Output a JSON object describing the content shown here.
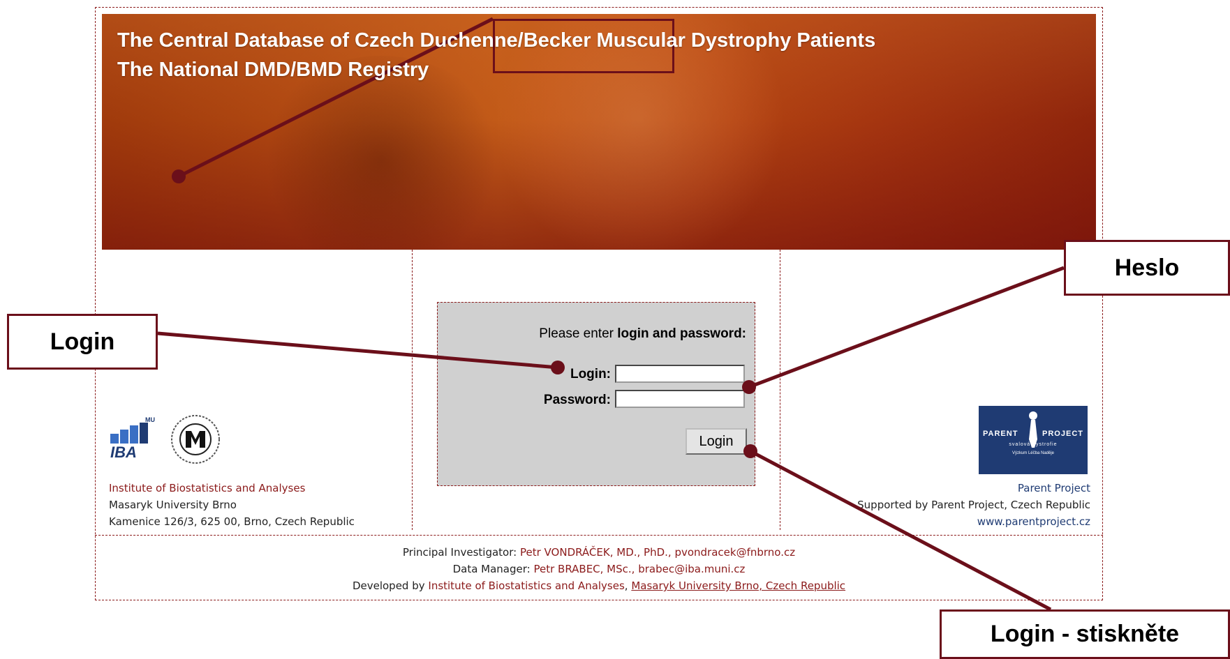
{
  "banner": {
    "title_line1": "The Central Database of Czech Duchenne/Becker Muscular Dystrophy Patients",
    "title_line2": "The National DMD/BMD Registry"
  },
  "login_form": {
    "prompt_prefix": "Please enter",
    "prompt_bold": "login and password:",
    "login_label": "Login:",
    "login_value": "",
    "password_label": "Password:",
    "password_value": "",
    "submit_label": "Login"
  },
  "left_info": {
    "iba_logo_text": "IBA",
    "iba_logo_small": "MU",
    "institute": "Institute of Biostatistics and Analyses",
    "university": "Masaryk University Brno",
    "address": "Kamenice 126/3, 625 00, Brno, Czech Republic"
  },
  "right_info": {
    "logo_left": "PARENT",
    "logo_right": "PROJECT",
    "logo_sub": "svalová  dystrofie",
    "logo_sub2": "Výzkum  Léčba  Naděje",
    "name": "Parent Project",
    "supported": "Supported by Parent Project, Czech Republic",
    "url": "www.parentproject.cz"
  },
  "footer": {
    "pi_label": "Principal Investigator:",
    "pi_value": "Petr VONDRÁČEK, MD., PhD., pvondracek@fnbrno.cz",
    "dm_label": "Data Manager:",
    "dm_value": "Petr BRABEC, MSc., brabec@iba.muni.cz",
    "dev_label": "Developed by",
    "dev_institute": "Institute of Biostatistics and Analyses",
    "dev_comma": ",",
    "dev_university": "Masaryk University Brno, Czech Republic"
  },
  "callouts": {
    "login": "Login",
    "password": "Heslo",
    "submit": "Login - stiskněte"
  },
  "colors": {
    "accent": "#8b1a1a",
    "callout_border": "#6b0f1a",
    "form_background": "#d0d0d0",
    "link_blue": "#1f3b73"
  }
}
